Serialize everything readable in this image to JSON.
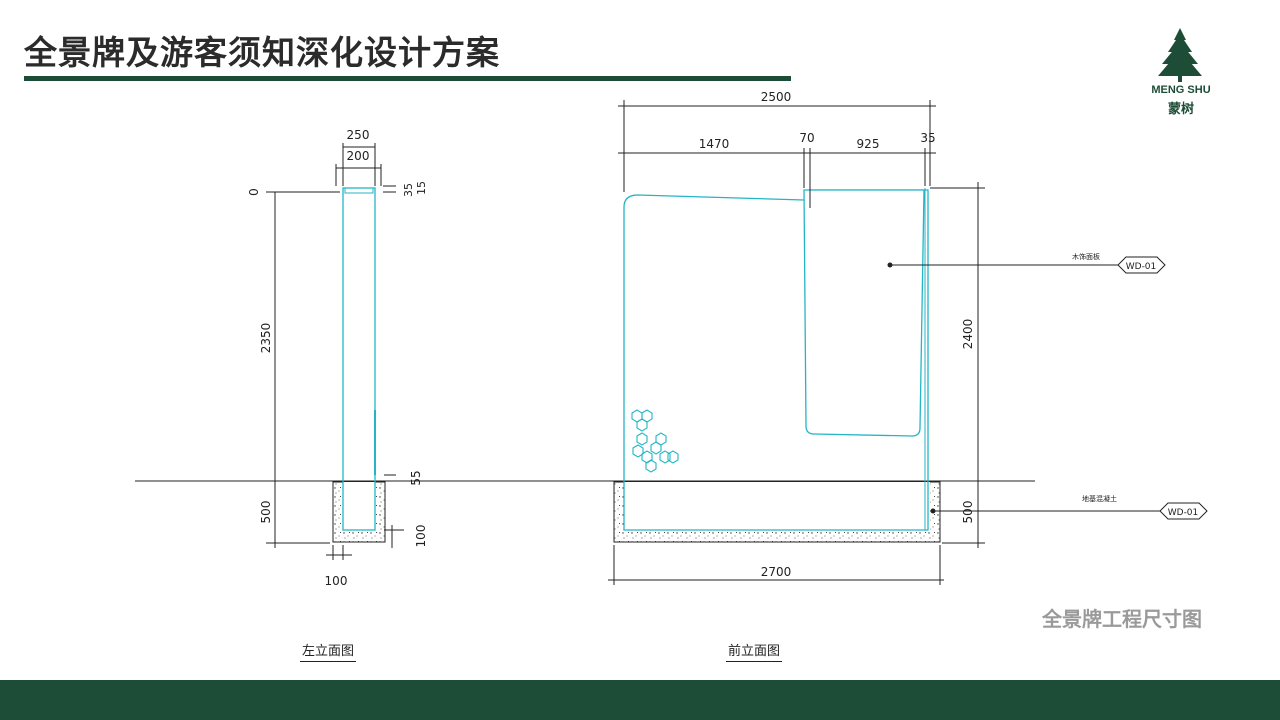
{
  "header": {
    "title": "全景牌及游客须知深化设计方案"
  },
  "logo": {
    "name_en": "MENG SHU",
    "name_cn": "蒙树"
  },
  "side_view": {
    "dims": {
      "w_total": "250",
      "w_inner": "200",
      "top_a": "35",
      "top_b": "15",
      "level": "0",
      "height": "2350",
      "foundation": "500",
      "base_offset": "55",
      "base_thk": "100",
      "base_w": "100"
    },
    "label": "左立面图"
  },
  "front_view": {
    "dims": {
      "total_w": "2500",
      "left_w": "1470",
      "gap": "70",
      "right_w": "925",
      "edge": "35",
      "height": "2400",
      "foundation": "500",
      "base_w": "2700"
    },
    "callout_panel": {
      "text": "木饰面板",
      "tag": "WD-01"
    },
    "callout_base": {
      "text": "地基混凝土",
      "tag": "WD-01"
    },
    "label": "前立面图"
  },
  "caption": "全景牌工程尺寸图",
  "colors": {
    "brand_green": "#1e4d37",
    "sign_outline": "#23b5c5",
    "caption_gray": "#9a9a9a"
  }
}
